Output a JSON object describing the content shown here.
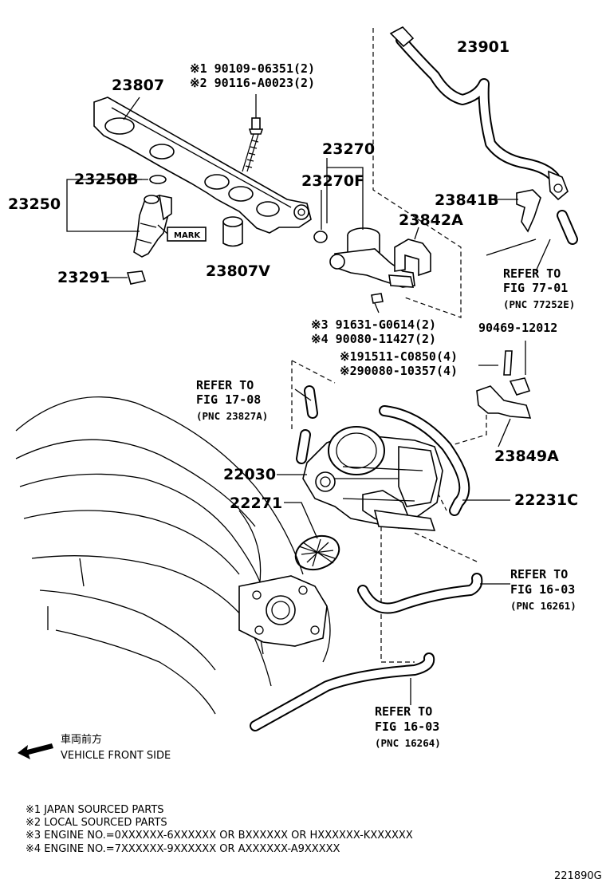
{
  "parts": {
    "p23901": "23901",
    "p23807": "23807",
    "p23807_notes": [
      "※1 90109-06351(2)",
      "※2 90116-A0023(2)"
    ],
    "p23250B": "23250B",
    "p23250": "23250",
    "p23291": "23291",
    "p23807V": "23807V",
    "p23270": "23270",
    "p23270F": "23270F",
    "p23842A": "23842A",
    "p23841B": "23841B",
    "bolt_notes": [
      "※3 91631-G0614(2)",
      "※4 90080-11427(2)"
    ],
    "p90469": "90469-12012",
    "throttle_notes": [
      "※191511-C0850(4)",
      "※290080-10357(4)"
    ],
    "p23849A": "23849A",
    "p22030": "22030",
    "p22271": "22271",
    "p22231C": "22231C",
    "mark": "MARK"
  },
  "refs": {
    "fig77": [
      "REFER TO",
      "FIG 77-01",
      "(PNC 77252E)"
    ],
    "fig17": [
      "REFER TO",
      "FIG 17-08",
      "(PNC 23827A)"
    ],
    "fig16a": [
      "REFER TO",
      "FIG 16-03",
      "(PNC 16261)"
    ],
    "fig16b": [
      "REFER TO",
      "FIG 16-03",
      "(PNC 16264)"
    ]
  },
  "direction": {
    "jp": "車両前方",
    "en": "VEHICLE FRONT SIDE"
  },
  "legend": [
    "※1 JAPAN SOURCED PARTS",
    "※2 LOCAL SOURCED PARTS",
    "※3 ENGINE NO.=0XXXXXX-6XXXXXX OR BXXXXXX OR HXXXXXX-KXXXXXX",
    "※4 ENGINE NO.=7XXXXXX-9XXXXXX OR AXXXXXX-A9XXXXX"
  ],
  "diagram_code": "221890G"
}
